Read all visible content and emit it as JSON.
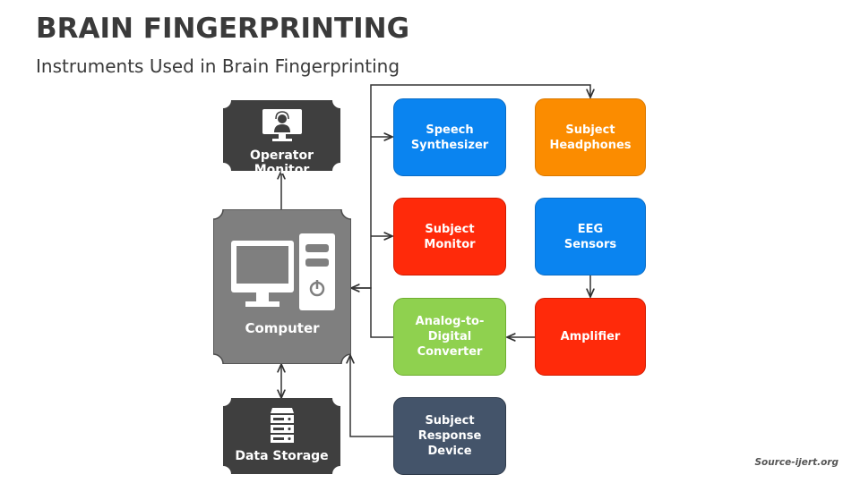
{
  "header": {
    "title": "BRAIN FINGERPRINTING",
    "subtitle": "Instruments Used in Brain Fingerprinting"
  },
  "footer": {
    "source": "Source-ijert.org"
  },
  "nodes": {
    "operator_monitor": {
      "label": "Operator Monitor",
      "color": "#3f3f3f",
      "icon": "monitor-with-headset-icon"
    },
    "computer": {
      "label": "Computer",
      "color": "#7f7f7f",
      "icon": "desktop-computer-icon"
    },
    "data_storage": {
      "label": "Data Storage",
      "color": "#3f3f3f",
      "icon": "server-storage-icon"
    },
    "speech_synthesizer": {
      "label": "Speech\nSynthesizer",
      "color": "#0a84f0"
    },
    "subject_headphones": {
      "label": "Subject\nHeadphones",
      "color": "#fb8c00"
    },
    "subject_monitor": {
      "label": "Subject\nMonitor",
      "color": "#ff2a0a"
    },
    "eeg_sensors": {
      "label": "EEG\nSensors",
      "color": "#0a84f0"
    },
    "adc": {
      "label": "Analog-to-\nDigital\nConverter",
      "color": "#8fd14f"
    },
    "amplifier": {
      "label": "Amplifier",
      "color": "#ff2a0a"
    },
    "subject_response_device": {
      "label": "Subject\nResponse\nDevice",
      "color": "#44546a"
    }
  },
  "edges": [
    {
      "from": "Computer",
      "to": "Operator Monitor"
    },
    {
      "from": "Computer",
      "to": "Data Storage",
      "bidirectional": true
    },
    {
      "from": "Computer",
      "to": "Speech Synthesizer"
    },
    {
      "from": "Computer",
      "to": "Subject Headphones"
    },
    {
      "from": "Computer",
      "to": "Subject Monitor"
    },
    {
      "from": "EEG Sensors",
      "to": "Amplifier"
    },
    {
      "from": "Amplifier",
      "to": "Analog-to-Digital Converter"
    },
    {
      "from": "Analog-to-Digital Converter",
      "to": "Computer"
    },
    {
      "from": "Subject Response Device",
      "to": "Computer"
    }
  ]
}
